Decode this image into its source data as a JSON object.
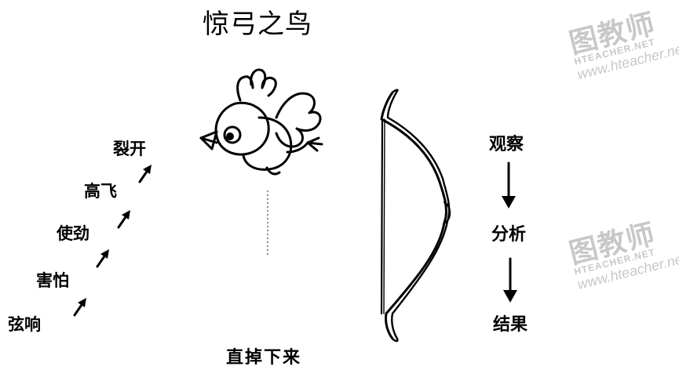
{
  "title": "惊弓之鸟",
  "sequence": [
    "弦响",
    "害怕",
    "使劲",
    "高飞",
    "裂开"
  ],
  "process": [
    "观察",
    "分析",
    "结果"
  ],
  "bottom_label": "直掉下来",
  "watermark": {
    "logo": "图教师",
    "sub": "HTEACHER.NET",
    "url": "www.hteacher.net/"
  },
  "icons": {
    "bird": "bird-illustration",
    "bow": "bow-illustration",
    "step_arrow": "arrow-up-right-icon",
    "down_arrow": "arrow-down-icon",
    "falling_path": "dotted-line"
  },
  "colors": {
    "ink": "#000000",
    "watermark": "#c8c8c8",
    "background": "#ffffff"
  }
}
